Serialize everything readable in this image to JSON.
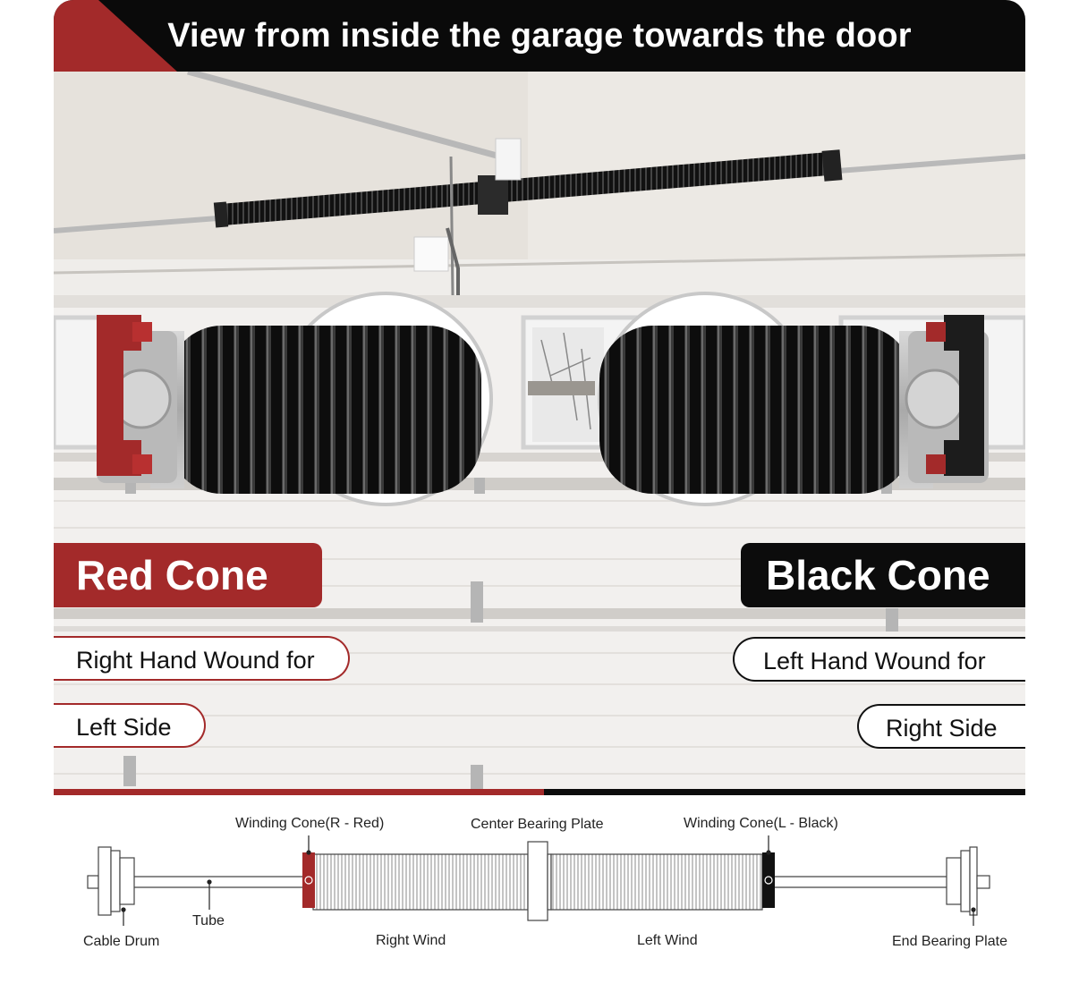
{
  "banner": {
    "title": "View from inside the garage towards the door"
  },
  "cones": {
    "red": {
      "label": "Red Cone",
      "wound": "Right Hand Wound for",
      "side": "Left Side",
      "color": "#a32a2a"
    },
    "black": {
      "label": "Black Cone",
      "wound": "Left Hand Wound for",
      "side": "Right Side",
      "color": "#0c0c0c"
    }
  },
  "diagram": {
    "labels": {
      "winding_cone_red": "Winding Cone(R - Red)",
      "center_bearing_plate": "Center Bearing Plate",
      "winding_cone_black": "Winding Cone(L - Black)",
      "tube": "Tube",
      "cable_drum": "Cable Drum",
      "right_wind": "Right Wind",
      "left_wind": "Left Wind",
      "end_bearing_plate": "End Bearing Plate"
    }
  }
}
